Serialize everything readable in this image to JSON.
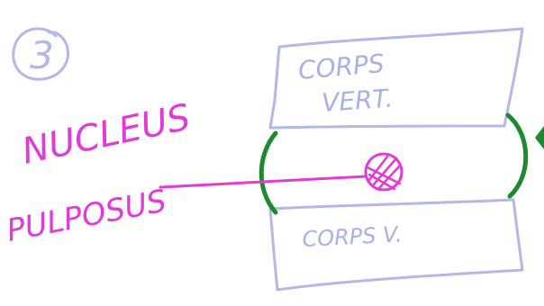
{
  "step_number": "3",
  "labels": {
    "nucleus": "NUCLEUS",
    "pulposus": "PULPOSUS",
    "upper_body_line1": "CORPS",
    "upper_body_line2": "VERT.",
    "lower_body": "CORPS V."
  },
  "colors": {
    "outline": "#b3b8e6",
    "label_blue": "#a9b0e6",
    "annotation": "#e23ad8",
    "disc": "#1e8a2e"
  }
}
